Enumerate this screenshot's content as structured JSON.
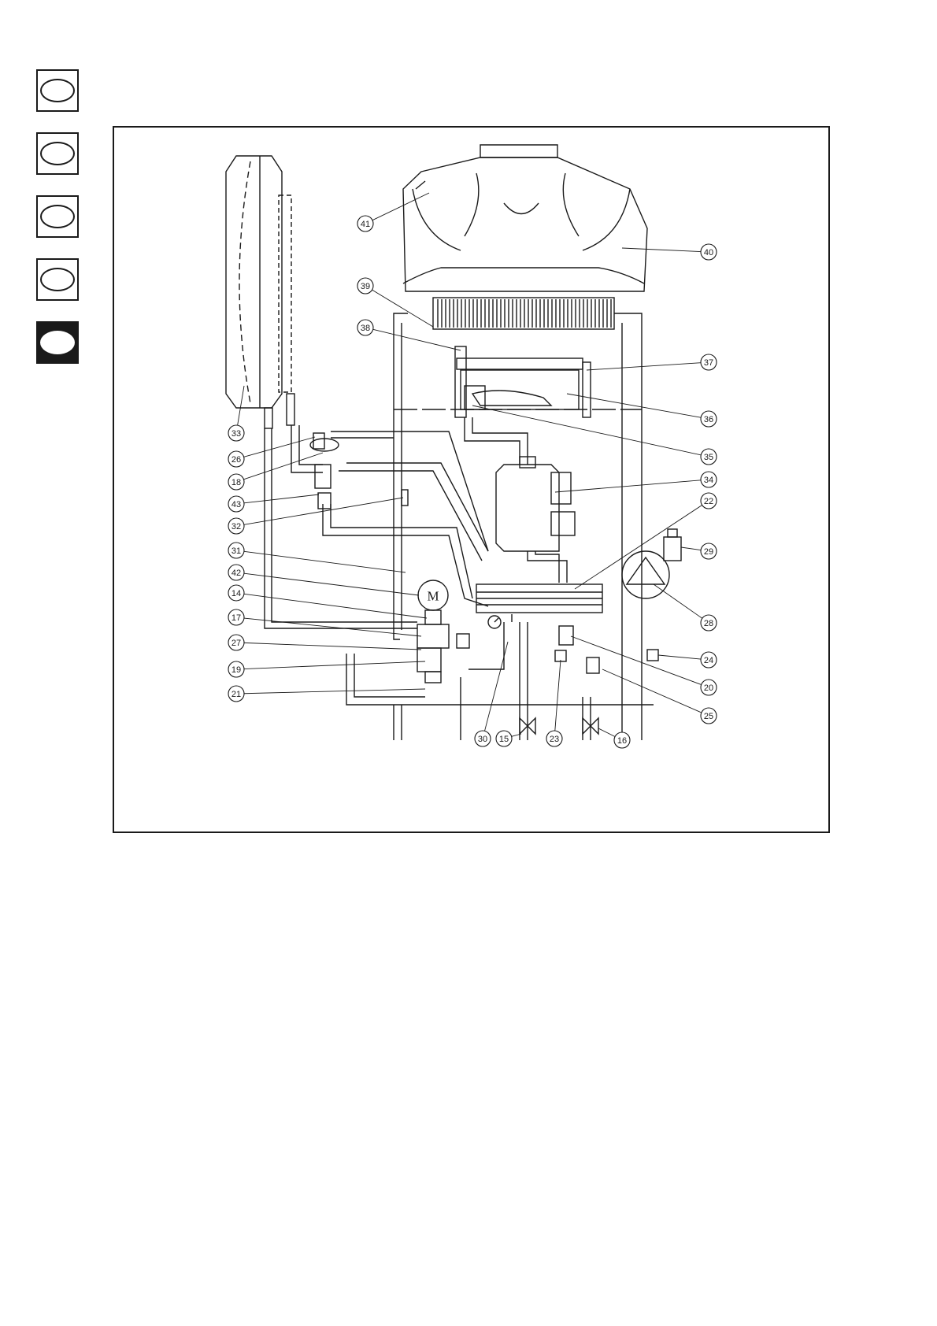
{
  "language_tabs": [
    {
      "label": "",
      "active": false
    },
    {
      "label": "",
      "active": false
    },
    {
      "label": "",
      "active": false
    },
    {
      "label": "",
      "active": false
    },
    {
      "label": "",
      "active": true
    }
  ],
  "motor_label": "M",
  "callouts": [
    "41",
    "40",
    "39",
    "38",
    "37",
    "36",
    "35",
    "34",
    "33",
    "26",
    "18",
    "43",
    "32",
    "31",
    "42",
    "14",
    "17",
    "27",
    "19",
    "21",
    "22",
    "29",
    "28",
    "24",
    "20",
    "25",
    "30",
    "15",
    "23",
    "16"
  ],
  "colors": {
    "line": "#1a1a1a",
    "background": "#ffffff"
  }
}
